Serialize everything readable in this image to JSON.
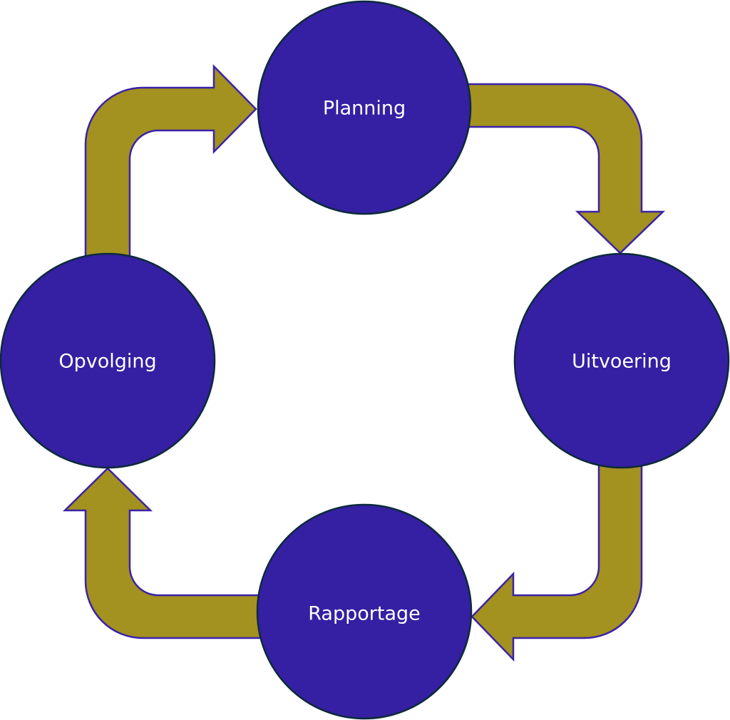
{
  "diagram": {
    "type": "cycle",
    "colors": {
      "node_fill": "#351fa3",
      "node_stroke": "#0d2a3a",
      "arrow_fill": "#a39120",
      "arrow_stroke": "#3a22a8",
      "label_color": "#ffffff",
      "background": "#ffffff"
    },
    "nodes": [
      {
        "id": "planning",
        "label": "Planning"
      },
      {
        "id": "uitvoering",
        "label": "Uitvoering"
      },
      {
        "id": "rapportage",
        "label": "Rapportage"
      },
      {
        "id": "opvolging",
        "label": "Opvolging"
      }
    ],
    "edges": [
      {
        "from": "planning",
        "to": "uitvoering",
        "shape": "bent-arrow"
      },
      {
        "from": "uitvoering",
        "to": "rapportage",
        "shape": "bent-arrow"
      },
      {
        "from": "rapportage",
        "to": "opvolging",
        "shape": "bent-arrow"
      },
      {
        "from": "opvolging",
        "to": "planning",
        "shape": "bent-arrow"
      }
    ]
  }
}
